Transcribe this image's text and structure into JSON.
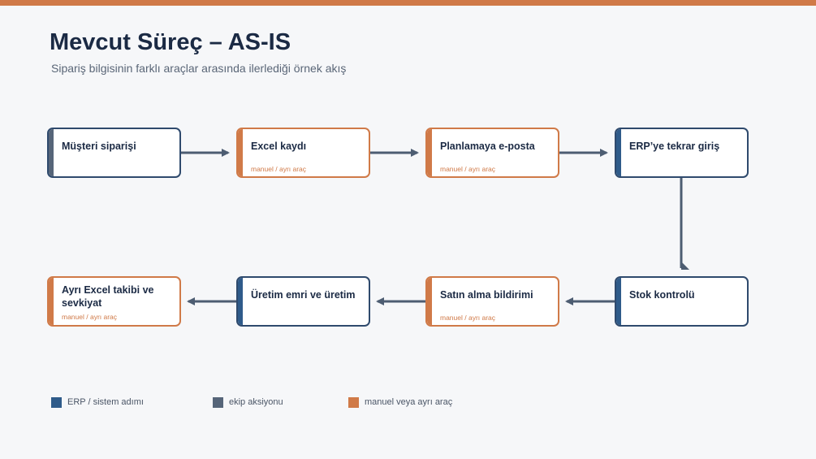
{
  "colors": {
    "erp": "#2F5B8A",
    "team": "#566579",
    "manual": "#D07A48",
    "arrow": "#4D5D72",
    "top_bar": "#D07A48"
  },
  "header": {
    "title": "Mevcut Süreç – AS-IS",
    "subtitle": "Sipariş bilgisinin farklı araçlar arasında ilerlediği örnek akış"
  },
  "steps": [
    {
      "label": "Müşteri siparişi",
      "sub": "",
      "type": "team"
    },
    {
      "label": "Excel kaydı",
      "sub": "manuel / ayrı araç",
      "type": "manual"
    },
    {
      "label": "Planlamaya e-posta",
      "sub": "manuel / ayrı araç",
      "type": "manual"
    },
    {
      "label": "ERP’ye tekrar giriş",
      "sub": "",
      "type": "erp"
    },
    {
      "label": "Stok kontrolü",
      "sub": "",
      "type": "erp"
    },
    {
      "label": "Satın alma bildirimi",
      "sub": "manuel / ayrı araç",
      "type": "manual"
    },
    {
      "label": "Üretim emri ve üretim",
      "sub": "",
      "type": "erp"
    },
    {
      "label": "Ayrı Excel takibi ve sevkiyat",
      "sub": "manuel / ayrı araç",
      "type": "manual"
    }
  ],
  "legend": [
    {
      "label": "ERP / sistem adımı",
      "type": "erp"
    },
    {
      "label": "ekip aksiyonu",
      "type": "team"
    },
    {
      "label": "manuel veya ayrı araç",
      "type": "manual"
    }
  ]
}
